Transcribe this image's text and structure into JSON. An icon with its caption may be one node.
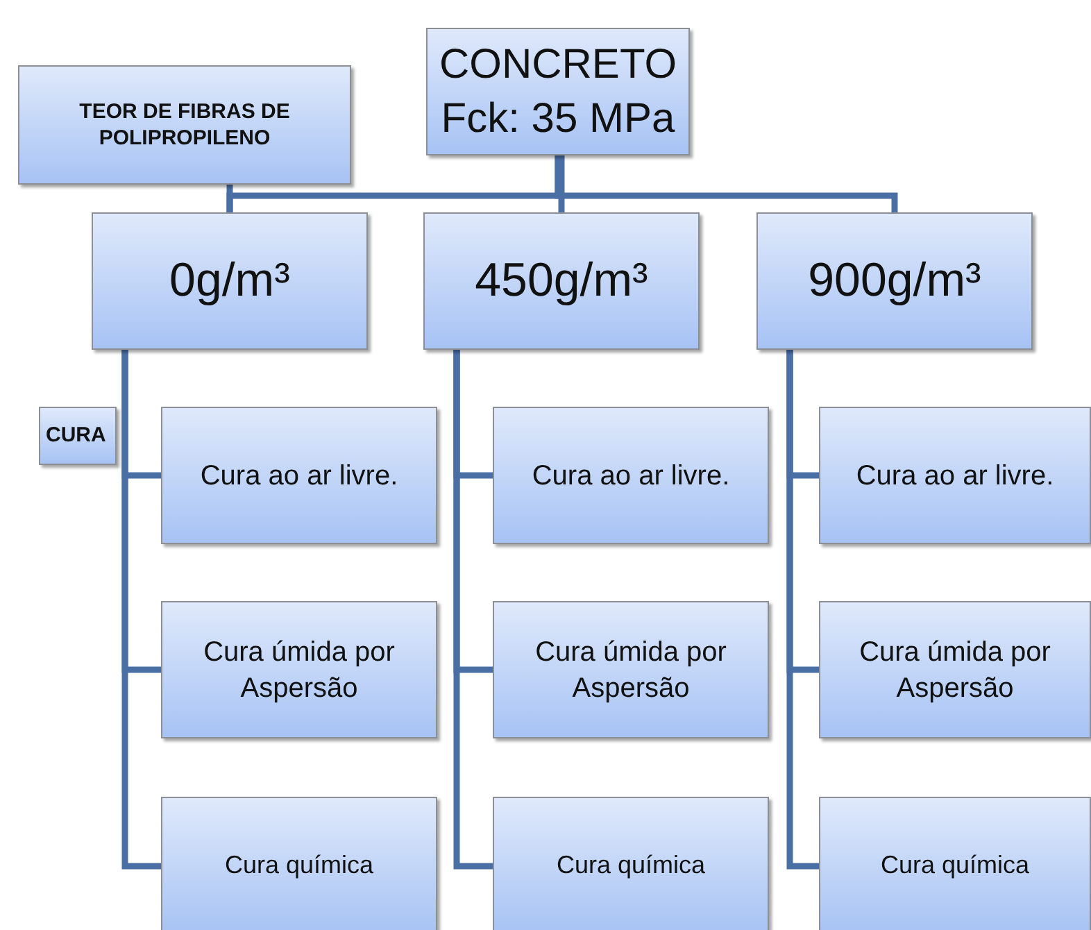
{
  "diagram": {
    "nodes": [
      {
        "text": [
          "CONCRETO Fck: 35 MPa"
        ]
      },
      {
        "text": [
          "TEOR DE FIBRAS DE POLIPROPILENO"
        ]
      },
      {
        "text": [
          "0g/m³"
        ]
      },
      {
        "text": [
          "450g/m³"
        ]
      },
      {
        "text": [
          "900g/m³"
        ]
      },
      {
        "text": [
          "CURA"
        ]
      },
      {
        "text": [
          "Cura ao ar livre."
        ]
      },
      {
        "text": [
          "Cura úmida por Aspersão"
        ]
      },
      {
        "text": [
          "Cura química"
        ]
      },
      {
        "text": [
          "Cura ao ar livre."
        ]
      },
      {
        "text": [
          "Cura úmida por Aspersão"
        ]
      },
      {
        "text": [
          "Cura química"
        ]
      },
      {
        "text": [
          "Cura ao ar livre."
        ]
      },
      {
        "text": [
          "Cura úmida por Aspersão"
        ]
      },
      {
        "text": [
          "Cura química"
        ]
      }
    ],
    "edges": [
      {
        "from": 0,
        "to": 2,
        "arrow": "none"
      },
      {
        "from": 0,
        "to": 3,
        "arrow": "none"
      },
      {
        "from": 0,
        "to": 4,
        "arrow": "none"
      },
      {
        "from": 1,
        "to": 2,
        "arrow": "none"
      },
      {
        "from": 2,
        "to": 6,
        "arrow": "none"
      },
      {
        "from": 2,
        "to": 7,
        "arrow": "none"
      },
      {
        "from": 2,
        "to": 8,
        "arrow": "none"
      },
      {
        "from": 3,
        "to": 9,
        "arrow": "none"
      },
      {
        "from": 3,
        "to": 10,
        "arrow": "none"
      },
      {
        "from": 3,
        "to": 11,
        "arrow": "none"
      },
      {
        "from": 4,
        "to": 12,
        "arrow": "none"
      },
      {
        "from": 4,
        "to": 13,
        "arrow": "none"
      },
      {
        "from": 4,
        "to": 14,
        "arrow": "none"
      }
    ]
  }
}
